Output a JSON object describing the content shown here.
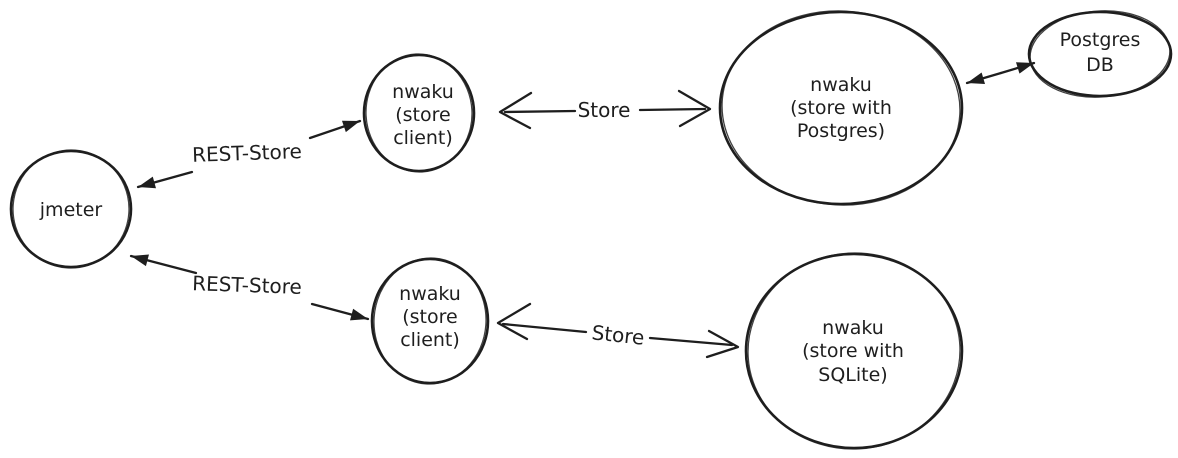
{
  "canvas": {
    "background": "#ffffff",
    "ink": "#1e1e1e",
    "style": "hand-drawn whiteboard diagram"
  },
  "nodes": {
    "jmeter": {
      "lines": [
        "jmeter"
      ]
    },
    "client_top": {
      "lines": [
        "nwaku",
        "(store",
        "client)"
      ]
    },
    "postgres_node": {
      "lines": [
        "nwaku",
        "(store with",
        "Postgres)"
      ]
    },
    "postgres_db": {
      "lines": [
        "Postgres",
        "DB"
      ]
    },
    "client_bottom": {
      "lines": [
        "nwaku",
        "(store",
        "client)"
      ]
    },
    "sqlite_node": {
      "lines": [
        "nwaku",
        "(store with",
        "SQLite)"
      ]
    }
  },
  "edges": {
    "rest_store_top": {
      "label": "REST-Store",
      "arrowheads": "filled-both-ends"
    },
    "store_top": {
      "label": "Store",
      "arrowheads": "open-both-ends"
    },
    "postgres_db_link": {
      "label": "",
      "arrowheads": "filled-both-ends"
    },
    "rest_store_bottom": {
      "label": "REST-Store",
      "arrowheads": "filled-both-ends"
    },
    "store_bottom": {
      "label": "Store",
      "arrowheads": "open-both-ends"
    }
  }
}
